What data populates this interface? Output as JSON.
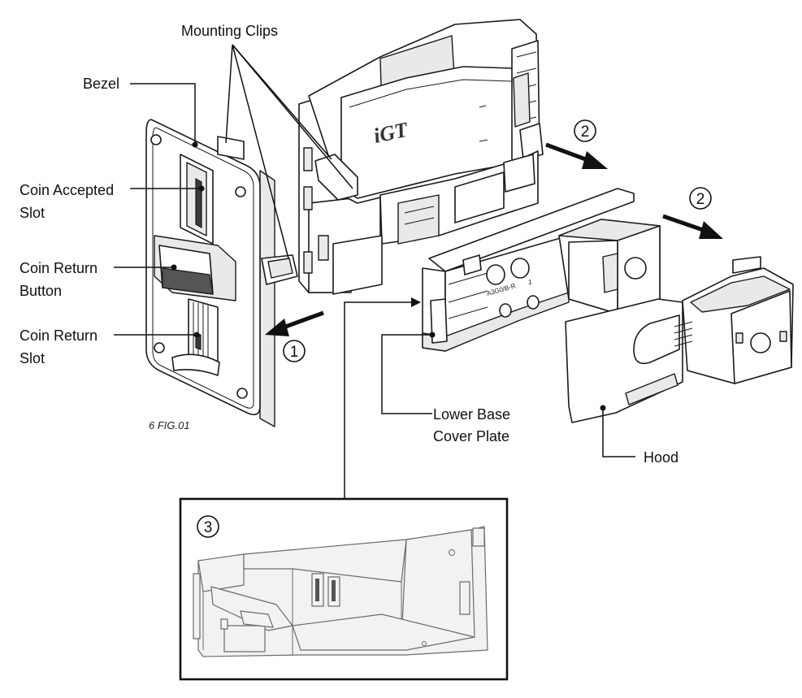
{
  "labels": {
    "mounting_clips": "Mounting Clips",
    "bezel": "Bezel",
    "coin_accepted_slot_1": "Coin Accepted",
    "coin_accepted_slot_2": "Slot",
    "coin_return_button_1": "Coin Return",
    "coin_return_button_2": "Button",
    "coin_return_slot_1": "Coin Return",
    "coin_return_slot_2": "Slot",
    "lower_base_1": "Lower Base",
    "lower_base_2": "Cover Plate",
    "hood": "Hood",
    "figure_id": "6 FIG.01"
  },
  "steps": {
    "step1": "1",
    "step2a": "2",
    "step2b": "2",
    "step3": "3"
  },
  "marks": {
    "brand": "iGT",
    "part_code": "A3G0/B-R",
    "cover_mark": "1"
  }
}
